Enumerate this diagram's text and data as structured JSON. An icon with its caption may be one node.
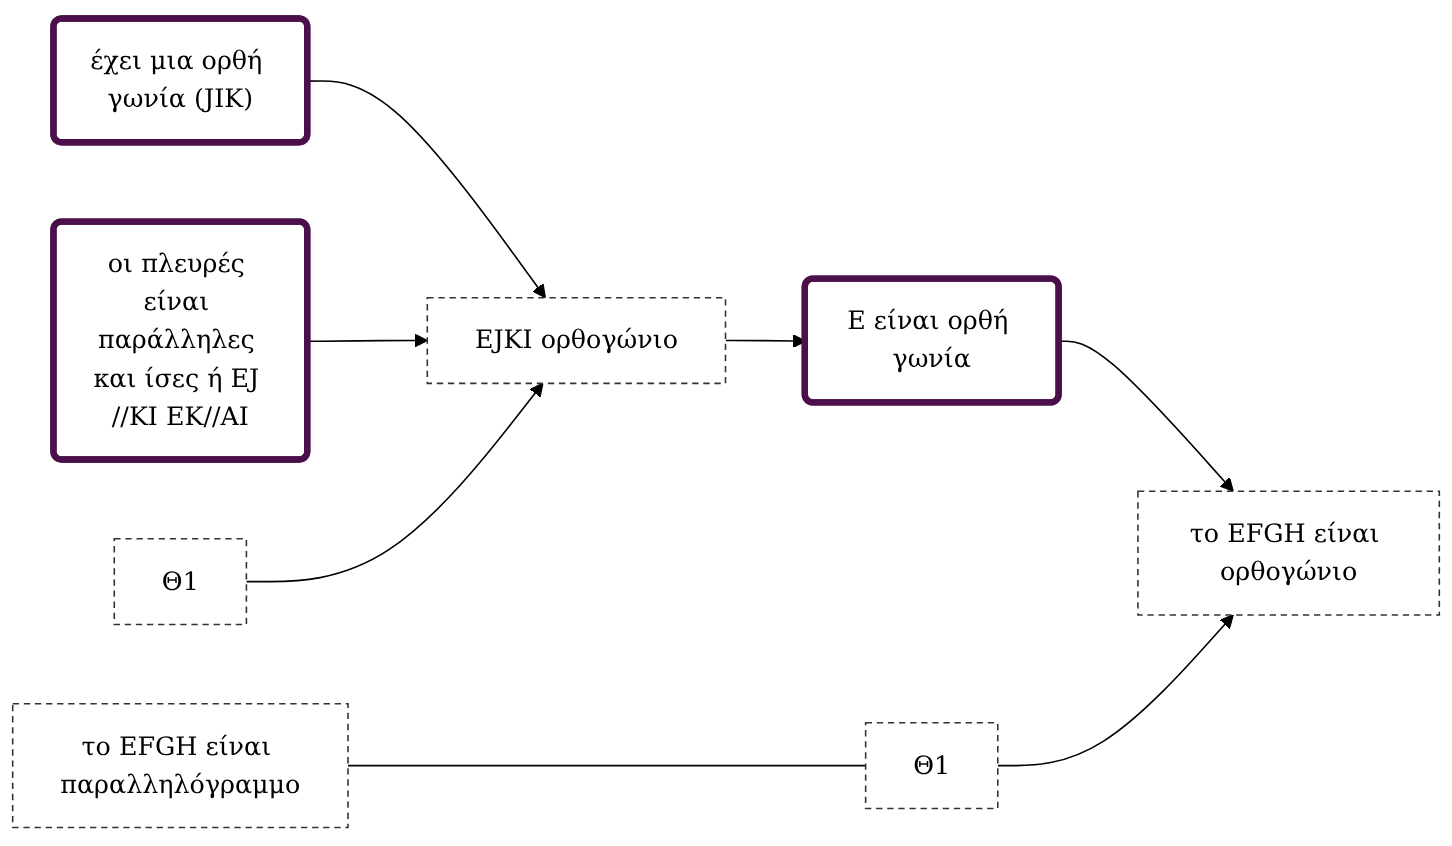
{
  "diagram": {
    "nodes": [
      {
        "text": [
          "έχει μια ορθή γωνία (JIK)"
        ]
      },
      {
        "text": [
          "οι πλευρές είναι παράλληλες και ίσες ή EJ //KI EK//AI"
        ]
      },
      {
        "text": [
          "EJKI ορθογώνιο"
        ]
      },
      {
        "text": [
          "Θ1"
        ]
      },
      {
        "text": [
          "E είναι ορθή γωνία"
        ]
      },
      {
        "text": [
          "το EFGH είναι ορθογώνιο"
        ]
      },
      {
        "text": [
          "Θ1"
        ]
      },
      {
        "text": [
          "το EFGH είναι παραλληλόγραμμο"
        ]
      }
    ],
    "edges": [
      {
        "from": 0,
        "to": 2,
        "arrow": "to"
      },
      {
        "from": 1,
        "to": 2,
        "arrow": "to"
      },
      {
        "from": 3,
        "to": 2,
        "arrow": "to"
      },
      {
        "from": 2,
        "to": 4,
        "arrow": "to"
      },
      {
        "from": 4,
        "to": 5,
        "arrow": "to"
      },
      {
        "from": 6,
        "to": 5,
        "arrow": "to"
      },
      {
        "from": 7,
        "to": 6,
        "arrow": "none"
      }
    ]
  }
}
